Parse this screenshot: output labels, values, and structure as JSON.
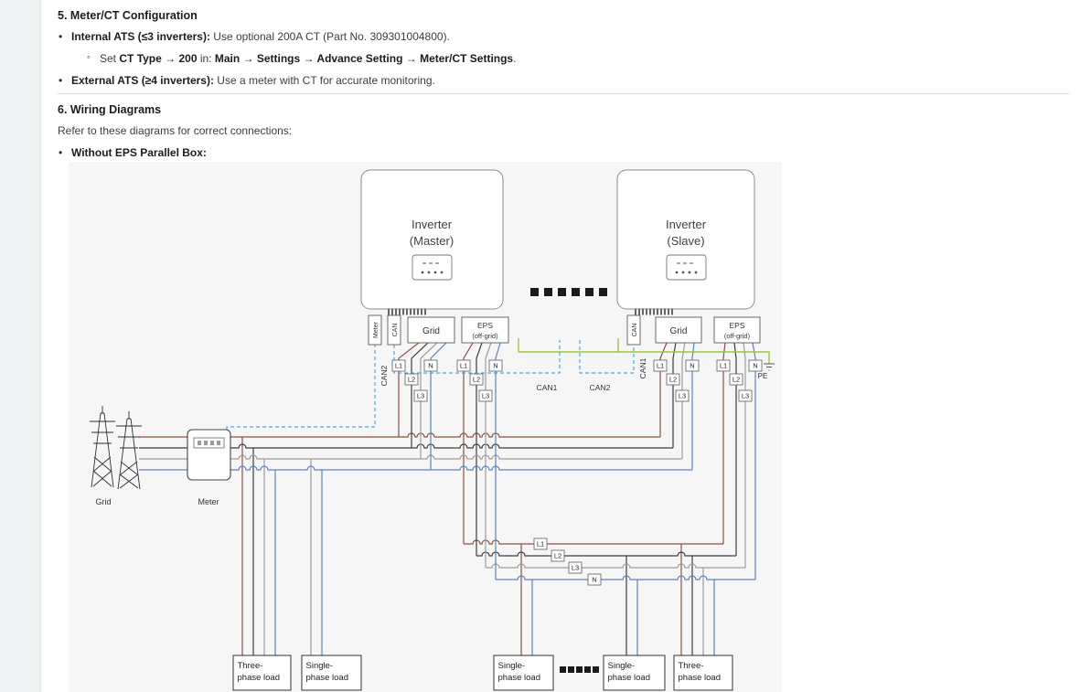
{
  "ui": {
    "bullet": "•",
    "sub_bullet": "◦"
  },
  "doc": {
    "s5_heading": "5. Meter/CT Configuration",
    "s5_b1_bold": "Internal ATS (≤3 inverters):",
    "s5_b1_rest": " Use optional 200A CT (Part No. 309301004800).",
    "s5_sub_t1": "Set ",
    "s5_sub_b1": "CT Type → 200",
    "s5_sub_t2": " in: ",
    "s5_sub_b2": "Main → Settings → Advance Setting → Meter/CT Settings",
    "s5_sub_t3": ".",
    "s5_b2_bold": "External ATS (≥4 inverters):",
    "s5_b2_rest": " Use a meter with CT for accurate monitoring.",
    "s6_heading": "6. Wiring Diagrams",
    "s6_intro": "Refer to these diagrams for correct connections:",
    "s6_b1_bold": "Without EPS Parallel Box:"
  },
  "diagram": {
    "inverters": {
      "master_line1": "Inverter",
      "master_line2": "(Master)",
      "slave_line1": "Inverter",
      "slave_line2": "(Slave)"
    },
    "ports": {
      "meter": "Meter",
      "can": "CAN",
      "grid": "Grid",
      "eps_line1": "EPS",
      "eps_line2": "(off-grid)"
    },
    "wire_labels": {
      "l1": "L1",
      "l2": "L2",
      "l3": "L3",
      "n": "N",
      "pe": "PE"
    },
    "can_labels": {
      "can1": "CAN1",
      "can2": "CAN2"
    },
    "source_labels": {
      "grid": "Grid",
      "meter": "Meter"
    },
    "loads": [
      {
        "line1": "Three-",
        "line2": "phase load"
      },
      {
        "line1": "Single-",
        "line2": "phase load"
      },
      {
        "line1": "Single-",
        "line2": "phase load"
      },
      {
        "line1": "Single-",
        "line2": "phase load"
      },
      {
        "line1": "Three-",
        "line2": "phase load"
      }
    ],
    "colors": {
      "l1": "#8a5242",
      "l2": "#3d3d3d",
      "l3": "#9c9c9c",
      "n": "#5b84bc",
      "pe": "#9bc53d",
      "can": "#4aa8e0"
    }
  }
}
